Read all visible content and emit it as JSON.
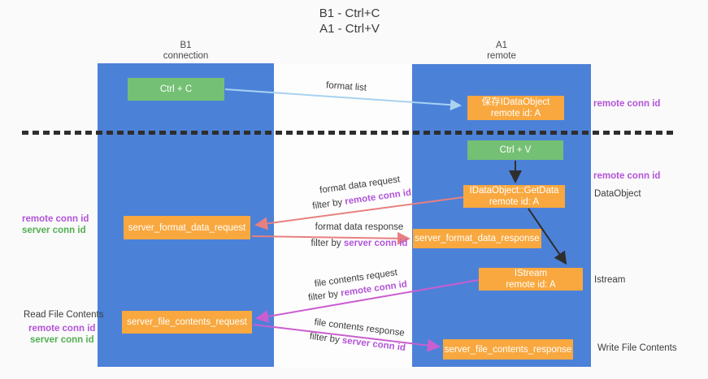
{
  "title": {
    "line1": "B1 - Ctrl+C",
    "line2": "A1 - Ctrl+V"
  },
  "lanes": {
    "left": {
      "title": "B1",
      "subtitle": "connection"
    },
    "right": {
      "title": "A1",
      "subtitle": "remote"
    }
  },
  "boxes": {
    "ctrl_c": {
      "label": "Ctrl + C"
    },
    "ctrl_v": {
      "label": "Ctrl + V"
    },
    "save_idataobject": {
      "line1": "保存IDataObject",
      "line2": "remote id: A"
    },
    "idataobject_getdata": {
      "line1": "IDataObject::GetData",
      "line2": "remote id: A"
    },
    "istream": {
      "line1": "IStream",
      "line2": "remote id: A"
    },
    "server_format_data_request": {
      "label": "server_format_data_request"
    },
    "server_format_data_response": {
      "label": "server_format_data_response"
    },
    "server_file_contents_request": {
      "label": "server_file_contents_request"
    },
    "server_file_contents_response": {
      "label": "server_file_contents_response"
    }
  },
  "flow_labels": {
    "format_list": "format list",
    "format_data_request": {
      "line1": "format data request",
      "prefix": "filter by ",
      "highlight": "remote conn id"
    },
    "format_data_response": {
      "line1": "format data response",
      "prefix": "filter by ",
      "highlight": "server conn id"
    },
    "file_contents_request": {
      "line1": "file contents request",
      "prefix": "filter by ",
      "highlight": "remote conn id"
    },
    "file_contents_response": {
      "line1": "file contents response",
      "prefix": "filter by ",
      "highlight": "server conn id"
    }
  },
  "annotations": {
    "right_remote_conn_id_1": "remote conn id",
    "right_remote_conn_id_2": "remote conn id",
    "dataobject": "DataObject",
    "istream": "Istream",
    "write_file_contents": "Write File Contents",
    "left_remote_conn_id_1": "remote conn id",
    "left_server_conn_id_1": "server conn id",
    "read_file_contents": "Read File Contents",
    "left_remote_conn_id_2": "remote conn id",
    "left_server_conn_id_2": "server conn id"
  },
  "colors": {
    "page_background": "#fafafa",
    "lane_fill": "#4c81d8",
    "green_box": "#74c074",
    "orange_box": "#f8a83f",
    "purple_label": "#b254d8",
    "green_label": "#53ae53",
    "arrow_blue": "#a8d2f0",
    "arrow_black": "#2f2f2f",
    "arrow_salmon": "#e88080",
    "arrow_magenta": "#ca5ed0"
  }
}
